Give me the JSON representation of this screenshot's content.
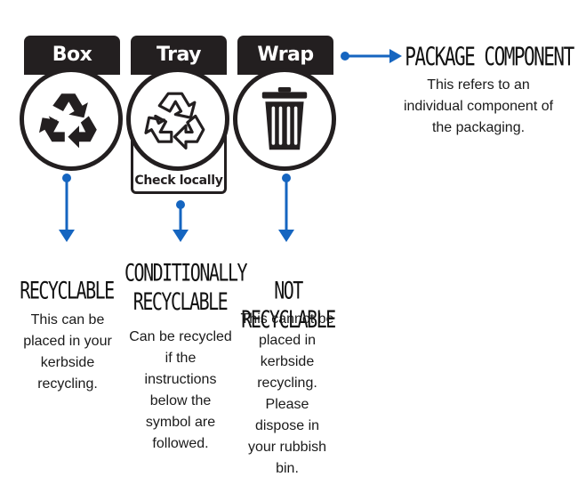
{
  "symbols": [
    {
      "tab": "Box",
      "icon": "recycle-filled-icon"
    },
    {
      "tab": "Tray",
      "icon": "recycle-outline-icon",
      "note": "Check locally"
    },
    {
      "tab": "Wrap",
      "icon": "trash-bin-icon"
    }
  ],
  "categories": [
    {
      "heading": "RECYCLABLE",
      "desc": "This can be placed in your kerbside recycling."
    },
    {
      "heading": "CONDITIONALLY RECYCLABLE",
      "desc": "Can be recycled if the instructions below the symbol are followed."
    },
    {
      "heading": "NOT RECYCLABLE",
      "desc": "This cannot be placed in kerbside recycling. Please dispose in your rubbish bin."
    }
  ],
  "component": {
    "heading": "PACKAGE COMPONENT",
    "desc": "This refers to an individual component of the packaging."
  },
  "colors": {
    "arrow": "#1565c0",
    "label_bg": "#231f20"
  }
}
